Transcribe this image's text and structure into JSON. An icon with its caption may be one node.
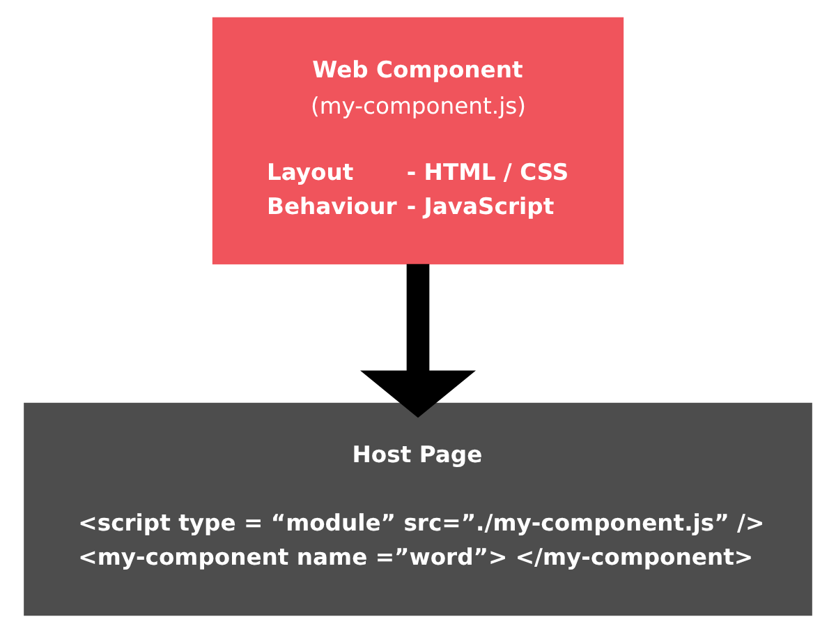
{
  "diagram": {
    "nodes": [
      {
        "text": [
          "Web Component",
          "(my-component.js)",
          "Layout",
          "- HTML / CSS",
          "Behaviour",
          "- JavaScript"
        ]
      },
      {
        "text": [
          "Host Page",
          "<script type = “module” src=”./my-component.js” />",
          "<my-component name =”word”> </my-component>"
        ]
      }
    ],
    "edges": [
      {
        "from": 0,
        "to": 1,
        "arrow": "to"
      }
    ]
  }
}
